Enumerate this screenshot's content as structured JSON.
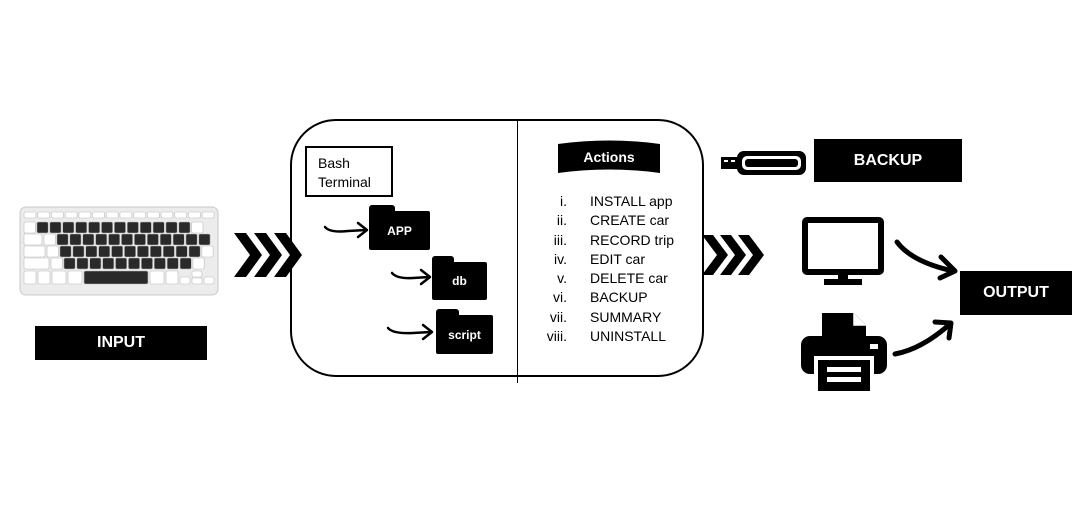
{
  "input_label": "INPUT",
  "output_label": "OUTPUT",
  "backup_label": "BACKUP",
  "bash_terminal": {
    "line1": "Bash",
    "line2": "Terminal"
  },
  "folders": {
    "app": "APP",
    "db": "db",
    "script": "script"
  },
  "actions": {
    "title": "Actions",
    "items": [
      {
        "num": "i.",
        "label": "INSTALL app"
      },
      {
        "num": "ii.",
        "label": "CREATE car"
      },
      {
        "num": "iii.",
        "label": "RECORD trip"
      },
      {
        "num": "iv.",
        "label": "EDIT car"
      },
      {
        "num": "v.",
        "label": "DELETE car"
      },
      {
        "num": "vi.",
        "label": "BACKUP"
      },
      {
        "num": "vii.",
        "label": "SUMMARY"
      },
      {
        "num": "viii.",
        "label": "UNINSTALL"
      }
    ]
  },
  "icons": [
    "keyboard-icon",
    "chevrons-right-icon",
    "usb-drive-icon",
    "monitor-icon",
    "printer-icon",
    "curved-arrow-icon",
    "folder-icon"
  ],
  "colors": {
    "foreground": "#000000",
    "background": "#ffffff"
  }
}
